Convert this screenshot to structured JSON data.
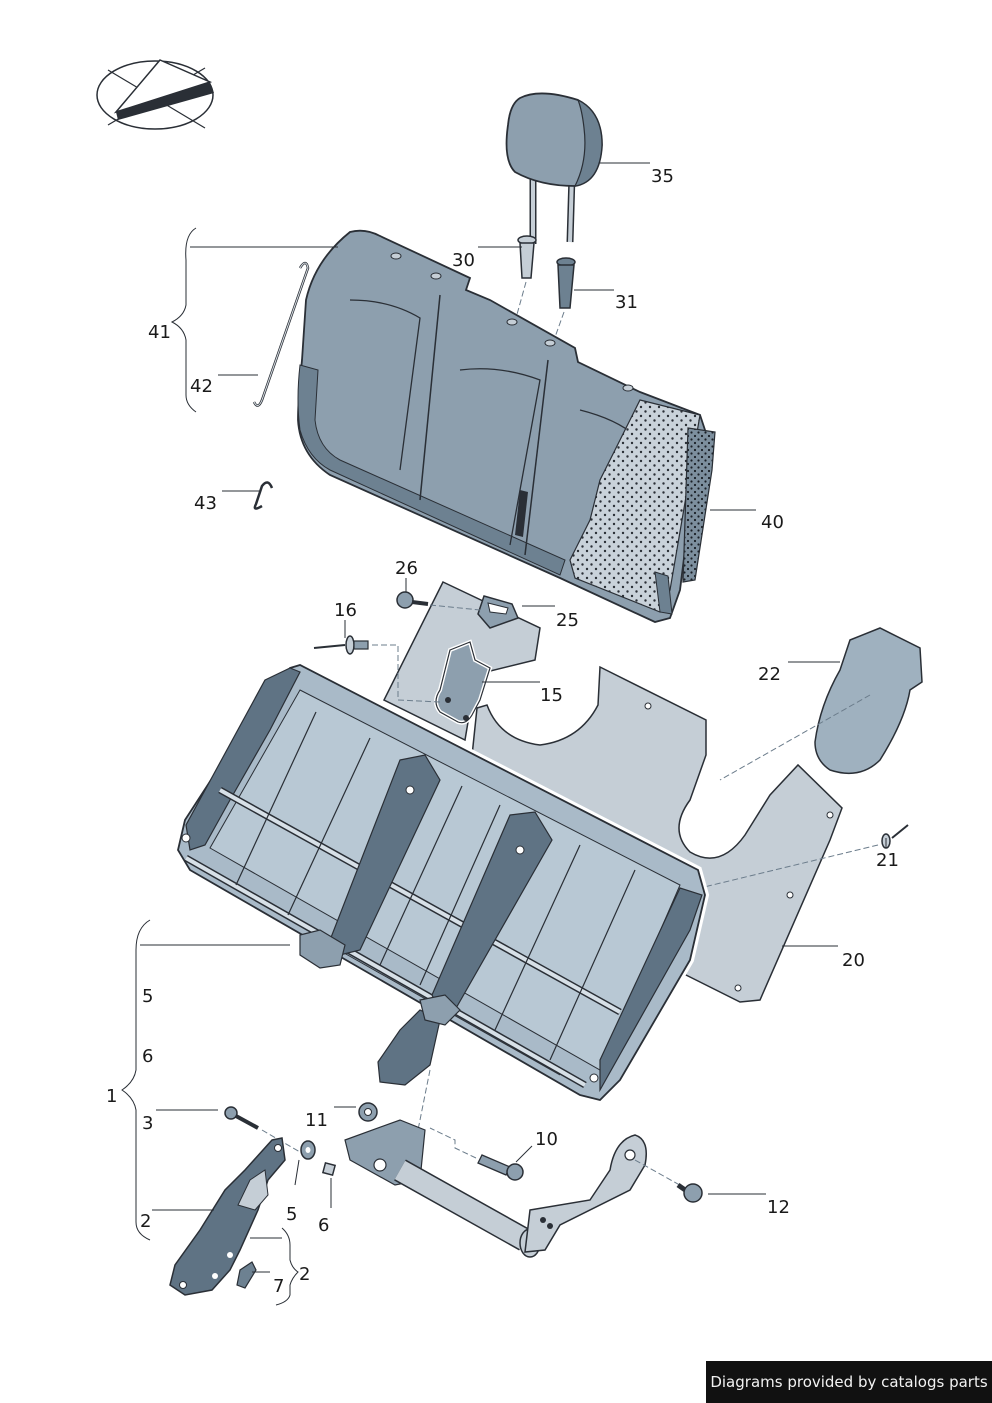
{
  "labels": {
    "p35": "35",
    "p30": "30",
    "p31": "31",
    "p41": "41",
    "p42": "42",
    "p43": "43",
    "p40": "40",
    "p26": "26",
    "p25": "25",
    "p16": "16",
    "p15": "15",
    "p22": "22",
    "p21": "21",
    "p20": "20",
    "p5a": "5",
    "p6a": "6",
    "p1": "1",
    "p3": "3",
    "p11": "11",
    "p10": "10",
    "p12": "12",
    "p2a": "2",
    "p5b": "5",
    "p6b": "6",
    "p2b": "2",
    "p7": "7"
  },
  "footer": {
    "text": "Diagrams provided by catalogs parts"
  },
  "colors": {
    "cover": "#8d9fae",
    "coverDark": "#6d8191",
    "frame": "#a9bac8",
    "frameDark": "#5f7384",
    "panel": "#c5ced6",
    "outline": "#2a2f36",
    "foam": "#b7c2cc"
  }
}
